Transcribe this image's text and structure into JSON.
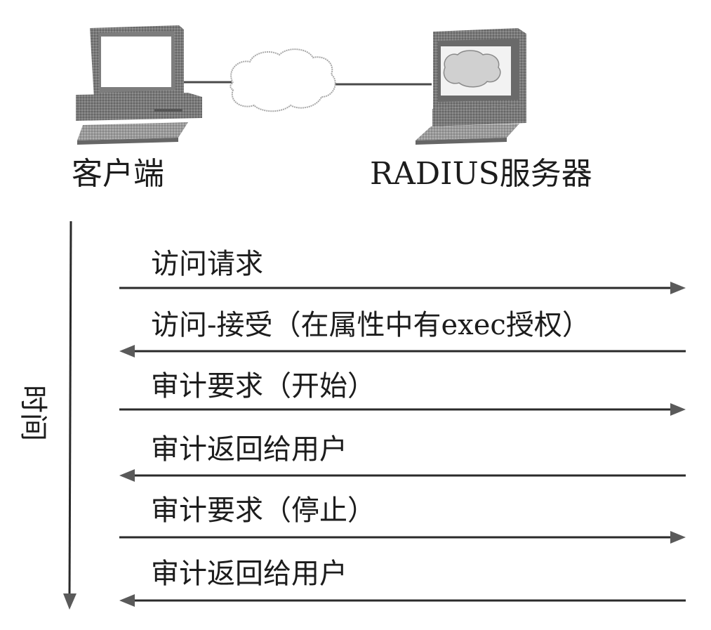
{
  "nodes": {
    "client": {
      "label": "客户端",
      "icon": "desktop-computer-icon"
    },
    "server": {
      "label": "RADIUS服务器",
      "icon": "server-computer-with-cloud-icon"
    },
    "network": {
      "icon": "network-cloud-icon"
    }
  },
  "timeline": {
    "label": "时间",
    "direction": "down"
  },
  "messages": [
    {
      "label": "访问请求",
      "direction": "client-to-server"
    },
    {
      "label": "访问-接受（在属性中有exec授权）",
      "direction": "server-to-client"
    },
    {
      "label": "审计要求（开始）",
      "direction": "client-to-server"
    },
    {
      "label": "审计返回给用户",
      "direction": "server-to-client"
    },
    {
      "label": "审计要求（停止）",
      "direction": "client-to-server"
    },
    {
      "label": "审计返回给用户",
      "direction": "server-to-client"
    }
  ],
  "colors": {
    "line": "#2a2a2a",
    "arrowhead": "#5a5a5a",
    "device": "#6e6e6e",
    "screen": "#f4f4f4",
    "cloud": "#b8b8b8"
  }
}
